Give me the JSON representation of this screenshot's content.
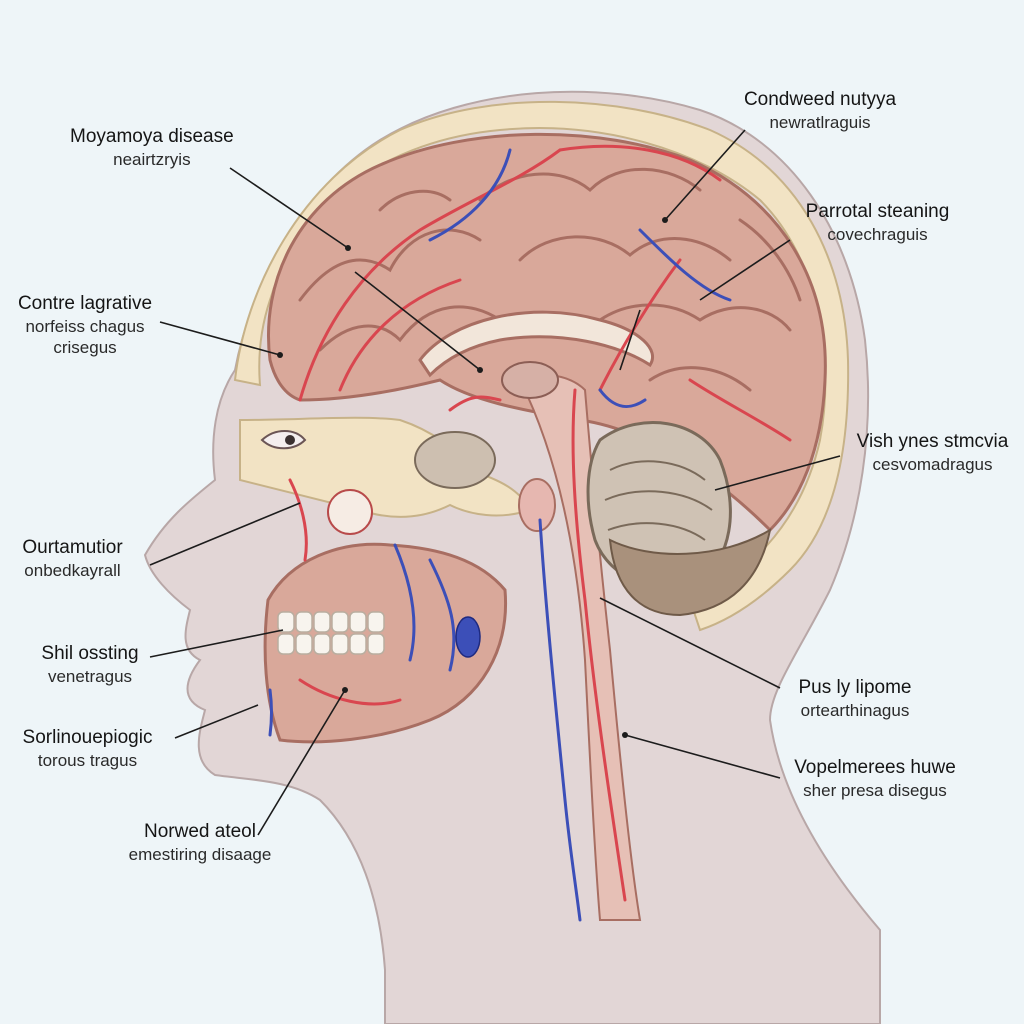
{
  "labels": {
    "moyamoya": {
      "line1": "Moyamoya disease",
      "line2": "neairtzryis"
    },
    "contre": {
      "line1": "Contre  lagrative",
      "line2": "norfeiss chagus",
      "line3": "crisegus"
    },
    "ourtamutior": {
      "line1": "Ourtamutior",
      "line2": "onbedkayrall"
    },
    "shil": {
      "line1": "Shil ossting",
      "line2": "venetragus"
    },
    "sorlinoue": {
      "line1": "Sorlinouepiogic",
      "line2": "torous tragus"
    },
    "norwed": {
      "line1": "Norwed ateol",
      "line2": "emestiring disaage"
    },
    "condweed": {
      "line1": "Condweed nutyya",
      "line2": "newratlraguis"
    },
    "parrotal": {
      "line1": "Parrotal steaning",
      "line2": "covechraguis"
    },
    "vish": {
      "line1": "Vish ynes stmcvia",
      "line2": "cesvomadragus"
    },
    "pus": {
      "line1": "Pus ly lipome",
      "line2": "ortearthinagus"
    },
    "vopelmerees": {
      "line1": "Vopelmerees huwe",
      "line2": "sher presa disegus"
    }
  },
  "colors": {
    "background": "#eef5f8",
    "skin": "#e2d6d6",
    "skull": "#f2e3c4",
    "brain": "#d9a89a",
    "artery": "#d9464f",
    "vein": "#3c4fb8",
    "leader": "#1c1c1c"
  }
}
